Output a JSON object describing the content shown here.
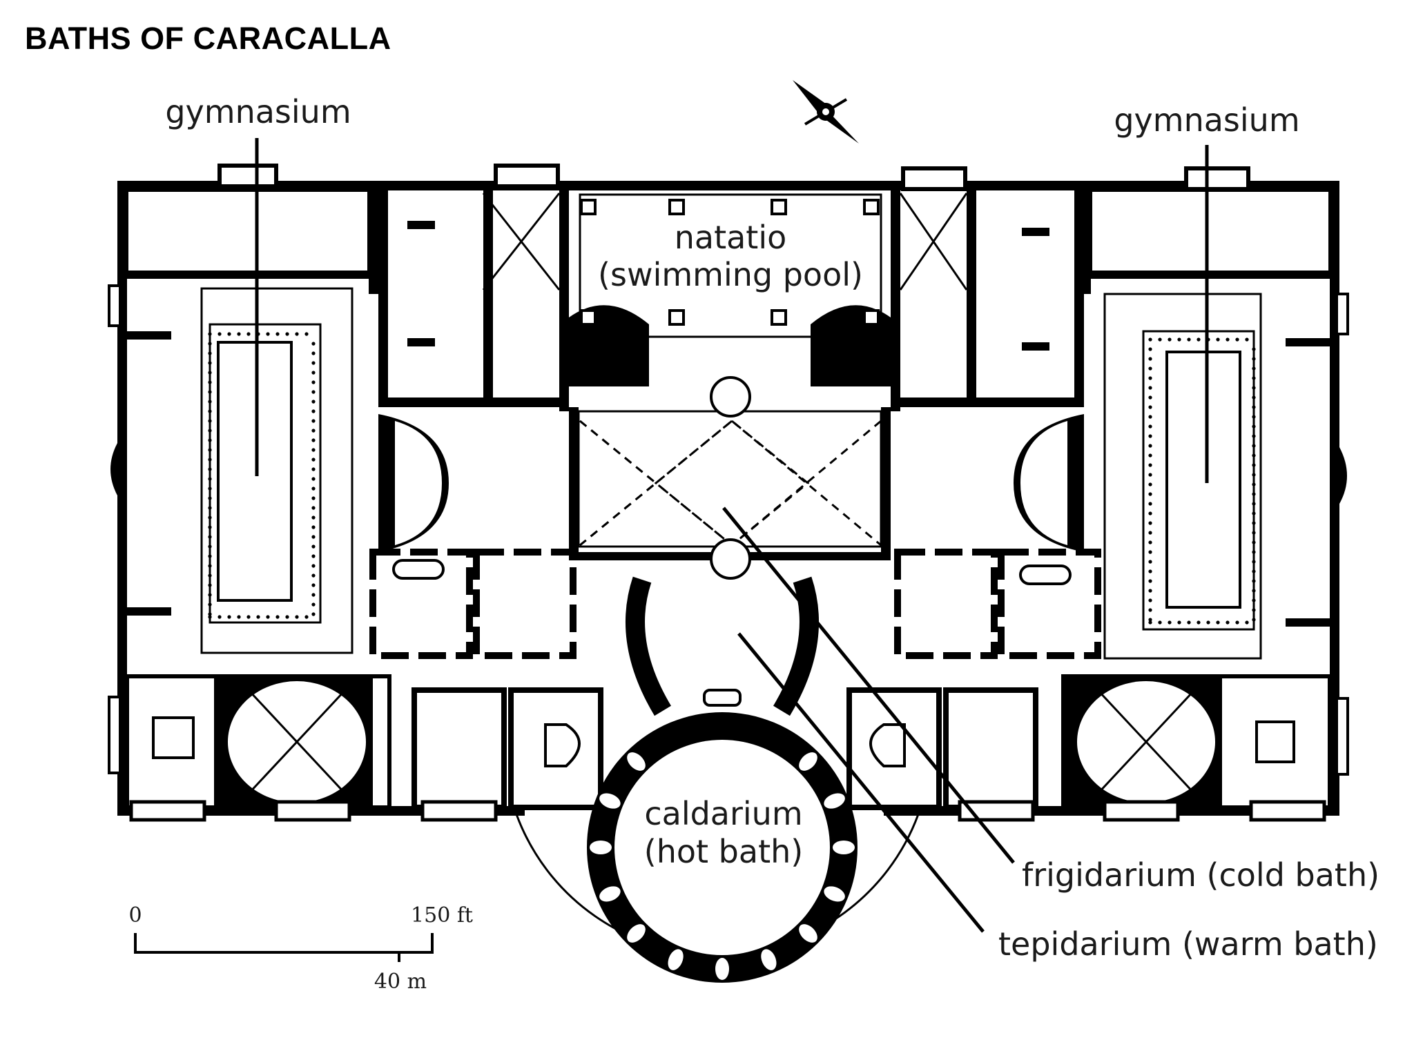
{
  "title": "BATHS OF CARACALLA",
  "labels": {
    "gymnasium_left": "gymnasium",
    "gymnasium_right": "gymnasium",
    "natatio_line1": "natatio",
    "natatio_line2": "(swimming pool)",
    "caldarium_line1": "caldarium",
    "caldarium_line2": "(hot bath)",
    "frigidarium": "frigidarium (cold bath)",
    "tepidarium": "tepidarium (warm bath)"
  },
  "scale": {
    "zero": "0",
    "feet": "150 ft",
    "meters": "40 m"
  },
  "colors": {
    "ink": "#000000",
    "paper": "#ffffff"
  },
  "icons": {
    "north_arrow": "compass-north-arrow-icon"
  }
}
